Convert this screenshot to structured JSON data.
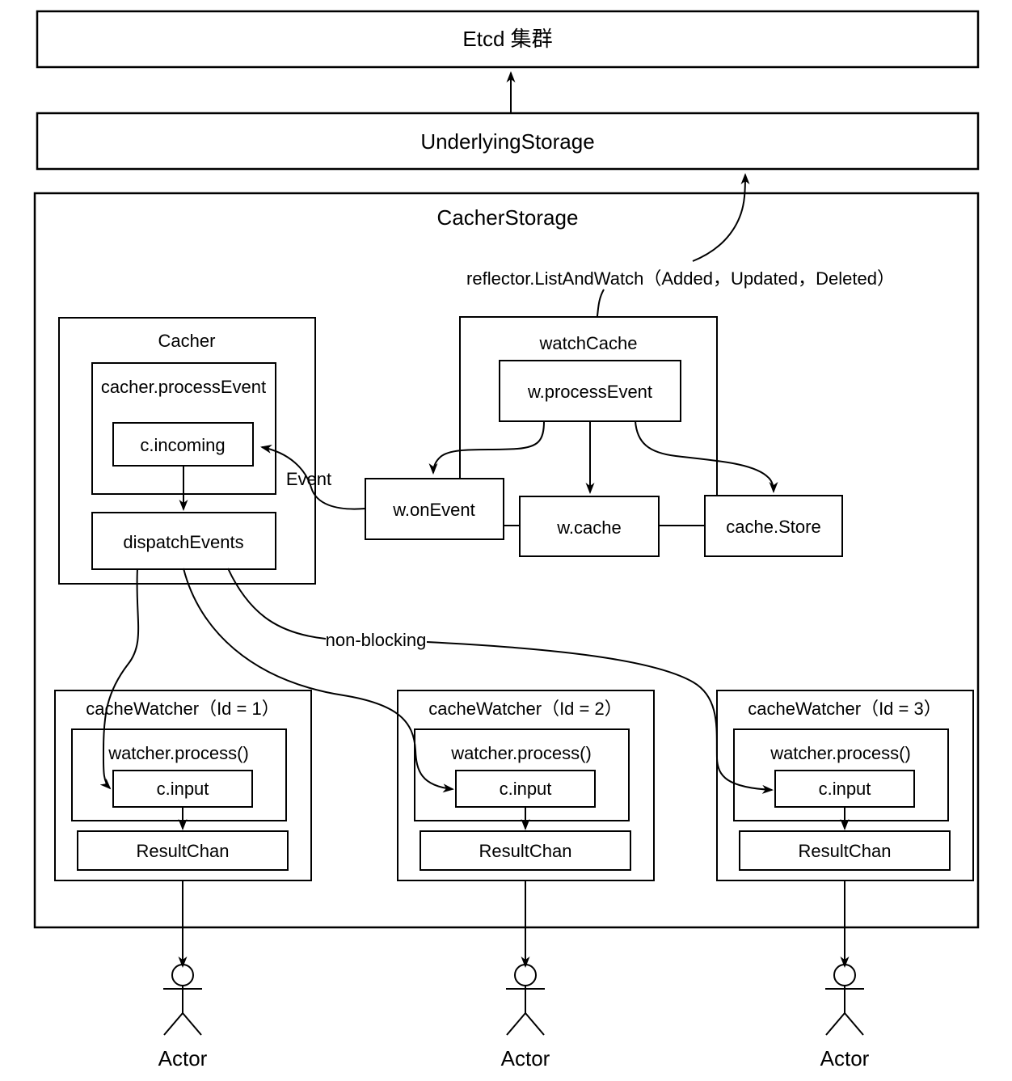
{
  "labels": {
    "etcd": "Etcd 集群",
    "underlying_storage": "UnderlyingStorage",
    "cacher_storage": "CacherStorage",
    "reflector": "reflector.ListAndWatch（Added，Updated，Deleted）",
    "event": "Event",
    "non_blocking": "non-blocking"
  },
  "cacher": {
    "title": "Cacher",
    "process_event": "cacher.processEvent",
    "incoming": "c.incoming",
    "dispatch_events": "dispatchEvents"
  },
  "watch_cache": {
    "title": "watchCache",
    "process_event": "w.processEvent",
    "on_event": "w.onEvent",
    "cache": "w.cache",
    "store": "cache.Store"
  },
  "watchers": [
    {
      "title": "cacheWatcher（Id = 1）",
      "process": "watcher.process()",
      "input": "c.input",
      "result_chan": "ResultChan",
      "actor": "Actor"
    },
    {
      "title": "cacheWatcher（Id = 2）",
      "process": "watcher.process()",
      "input": "c.input",
      "result_chan": "ResultChan",
      "actor": "Actor"
    },
    {
      "title": "cacheWatcher（Id = 3）",
      "process": "watcher.process()",
      "input": "c.input",
      "result_chan": "ResultChan",
      "actor": "Actor"
    }
  ],
  "colors": {
    "stroke": "#000000",
    "background": "#ffffff"
  }
}
